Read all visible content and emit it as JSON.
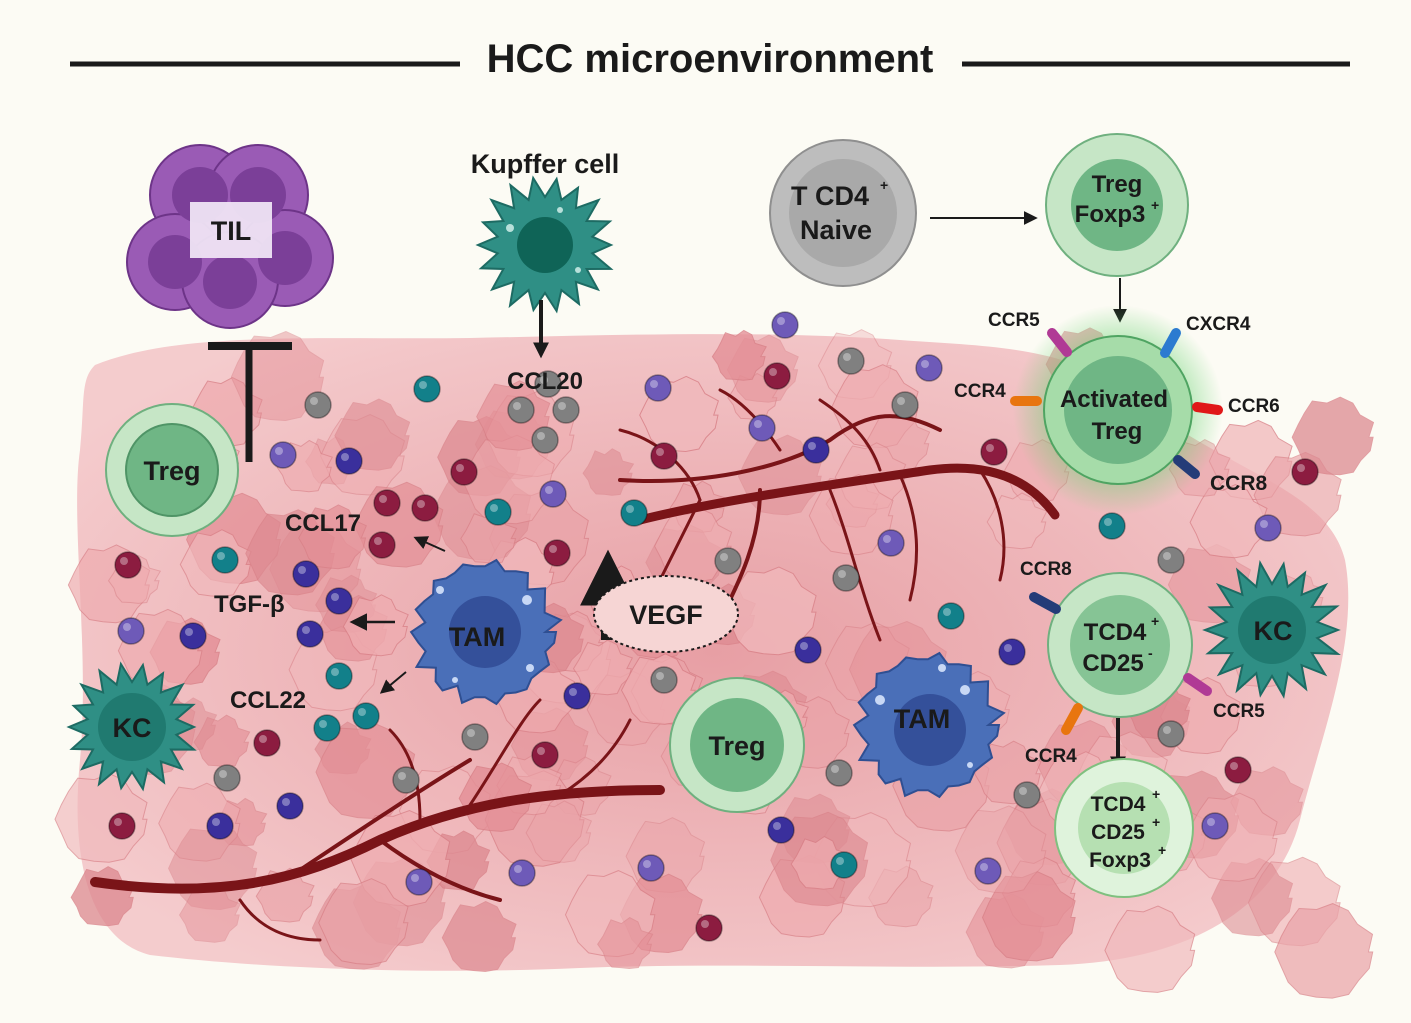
{
  "title": "HCC microenvironment",
  "cells": {
    "til": "TIL",
    "kupffer": "Kupffer cell",
    "naive_line1": "T CD4",
    "naive_line1_sup": "+",
    "naive_line2": "Naive",
    "treg_top_line1": "Treg",
    "treg_top_line2": "Foxp3",
    "treg_top_line2_sup": "+",
    "activated_line1": "Activated",
    "activated_line2": "Treg",
    "treg_left": "Treg",
    "treg_center": "Treg",
    "tam_left": "TAM",
    "tam_right": "TAM",
    "kc_left": "KC",
    "kc_right": "KC",
    "tcd4_line1": "TCD4",
    "tcd4_line1_sup": "+",
    "tcd4_line2": "CD25",
    "tcd4_line2_sup": "-",
    "final_line1": "TCD4",
    "final_line1_sup": "+",
    "final_line2": "CD25",
    "final_line2_sup": "+",
    "final_line3": "Foxp3",
    "final_line3_sup": "+"
  },
  "molecules": {
    "ccl20": "CCL20",
    "ccl17": "CCL17",
    "ccl22": "CCL22",
    "tgfb": "TGF-β",
    "vegf": "VEGF"
  },
  "receptors": {
    "activated_ccr5": "CCR5",
    "activated_cxcr4": "CXCR4",
    "activated_ccr4": "CCR4",
    "activated_ccr6": "CCR6",
    "activated_ccr8": "CCR8",
    "tcd4_ccr8": "CCR8",
    "tcd4_ccr5": "CCR5",
    "tcd4_ccr4": "CCR4"
  },
  "colors": {
    "background": "#fcfbf4",
    "tissue": "#e9a7ab",
    "vessel": "#7a1418",
    "treg_outer": "#b9e0b9",
    "treg_inner": "#6fb685",
    "tam": "#4a6fb8",
    "kupffer": "#2f8f85",
    "til": "#9a5bb5",
    "naive": "#bdbdbd",
    "ccr5": "#b03a95",
    "cxcr4": "#2c7bd0",
    "ccr4": "#e8750f",
    "ccr6": "#e01818",
    "ccr8": "#243c78"
  },
  "particle_palette": [
    "#808080",
    "#3a2f9c",
    "#8c1c40",
    "#12808a",
    "#6e5ab8"
  ]
}
